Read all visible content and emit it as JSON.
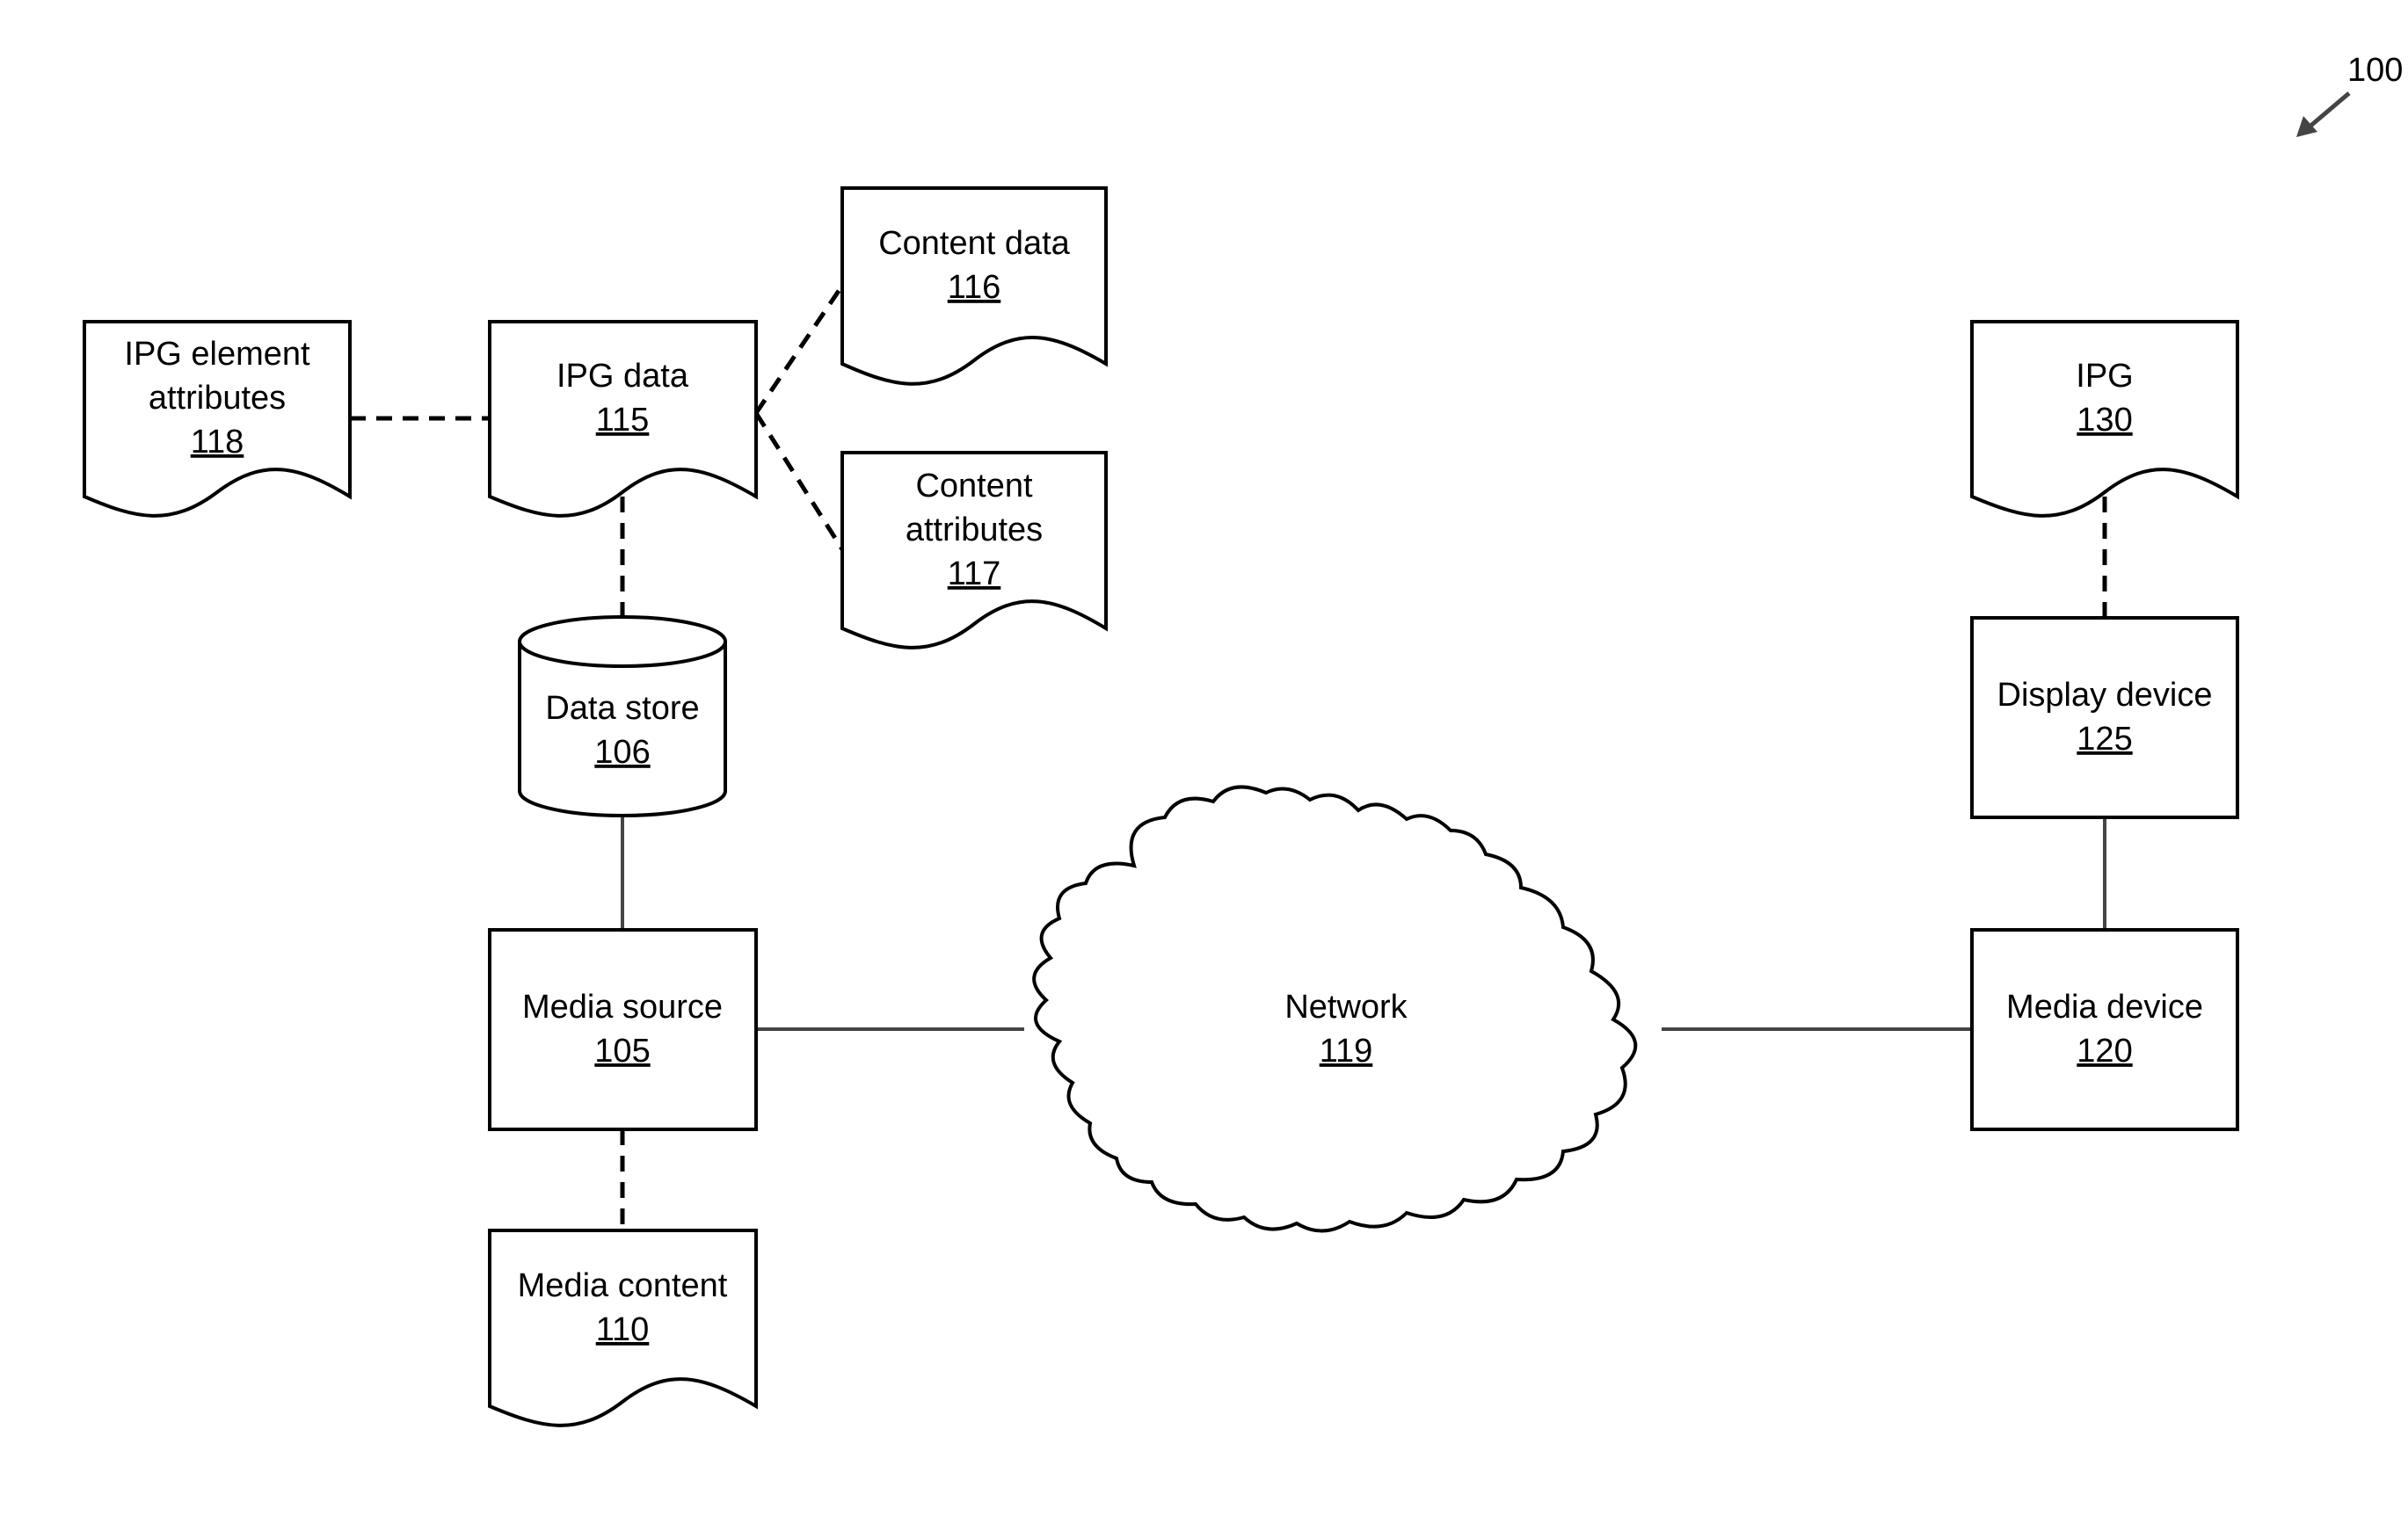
{
  "figure_ref": "100",
  "nodes": {
    "ipg_element_attributes": {
      "line1": "IPG element",
      "line2": "attributes",
      "num": "118"
    },
    "ipg_data": {
      "label": "IPG data",
      "num": "115"
    },
    "content_data": {
      "label": "Content data",
      "num": "116"
    },
    "content_attributes": {
      "line1": "Content",
      "line2": "attributes",
      "num": "117"
    },
    "data_store": {
      "label": "Data store",
      "num": "106"
    },
    "media_source": {
      "label": "Media source",
      "num": "105"
    },
    "media_content": {
      "label": "Media content",
      "num": "110"
    },
    "network": {
      "label": "Network",
      "num": "119"
    },
    "media_device": {
      "label": "Media device",
      "num": "120"
    },
    "display_device": {
      "label": "Display device",
      "num": "125"
    },
    "ipg": {
      "label": "IPG",
      "num": "130"
    }
  }
}
